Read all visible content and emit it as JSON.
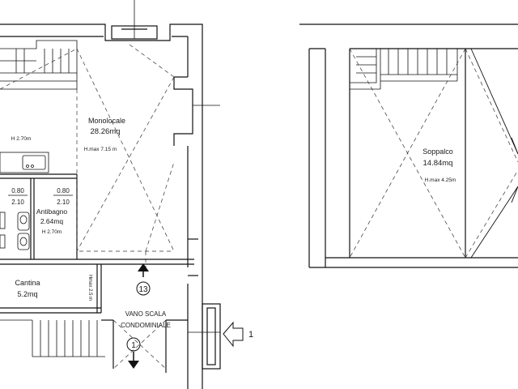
{
  "rooms": {
    "monolocale": {
      "name": "Monolocale",
      "area": "28.26mq",
      "hmax": "H.max 7.15 m"
    },
    "kitchen": {
      "height": "H 2.70m"
    },
    "antibagno": {
      "name": "Antibagno",
      "area": "2.64mq",
      "height": "H 2.70m",
      "door_width": "0.80",
      "door_height": "2.10"
    },
    "bagno": {
      "door_width": "0.80",
      "door_height": "2.10"
    },
    "cantina": {
      "name": "Cantina",
      "area": "5.2mq",
      "hmax": "Hmax 2.5 m"
    },
    "stair": {
      "line1": "VANO SCALA",
      "line2": "CONDOMINIALE"
    },
    "soppalco": {
      "name": "Soppalco",
      "area": "14.84mq",
      "hmax": "H.max 4.25m"
    }
  },
  "markers": {
    "upper_number": "13",
    "lower_number": "1",
    "entrance_number": "1"
  }
}
